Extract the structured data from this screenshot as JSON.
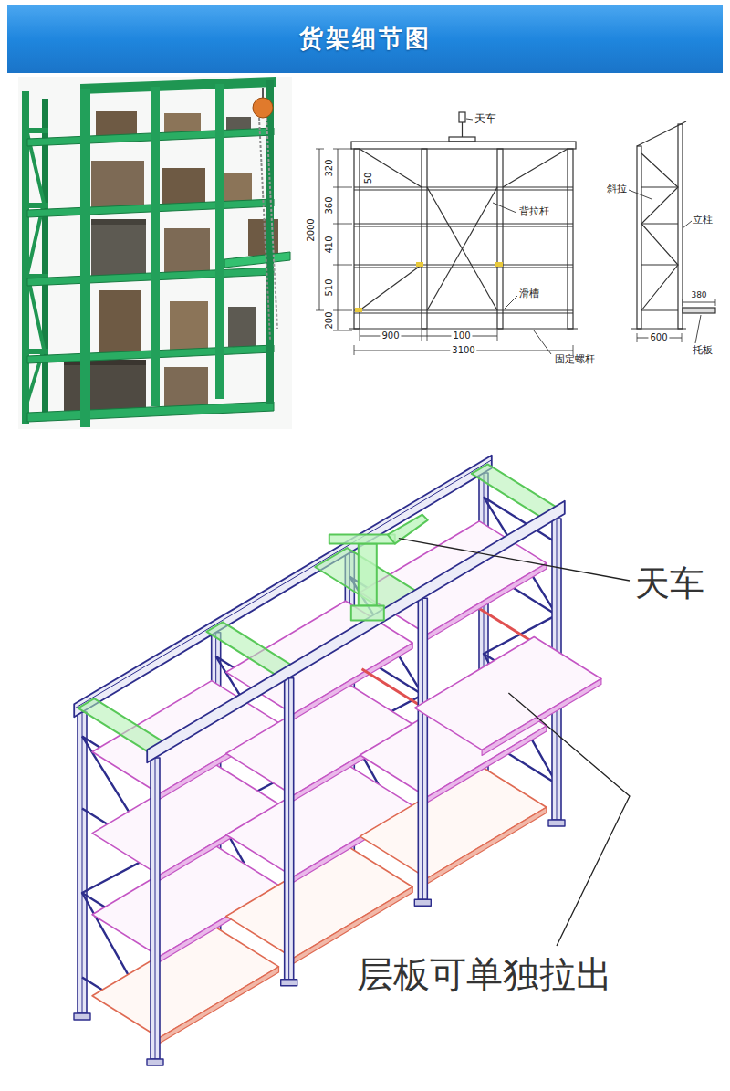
{
  "diagram": {
    "title": "货架细节图",
    "labels": [
      "天车",
      "320",
      "360",
      "410",
      "510",
      "2000",
      "200",
      "50",
      "背拉杆",
      "滑槽",
      "900",
      "100",
      "3100",
      "固定螺杆",
      "斜拉",
      "立柱",
      "380",
      "600",
      "托板",
      "天车",
      "层板可单独拉出"
    ]
  }
}
